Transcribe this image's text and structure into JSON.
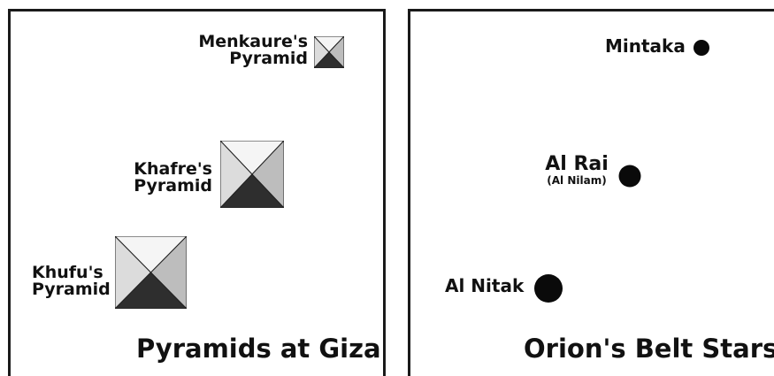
{
  "left_panel": {
    "title": "Pyramids at Giza",
    "pyramids": [
      {
        "line1": "Menkaure's",
        "line2": "Pyramid"
      },
      {
        "line1": "Khafre's",
        "line2": "Pyramid"
      },
      {
        "line1": "Khufu's",
        "line2": "Pyramid"
      }
    ]
  },
  "right_panel": {
    "title": "Orion's Belt Stars",
    "stars": [
      {
        "name": "Mintaka",
        "alt": ""
      },
      {
        "name": "Al Rai",
        "alt": "(Al Nilam)"
      },
      {
        "name": "Al Nitak",
        "alt": ""
      }
    ]
  },
  "colors": {
    "outline": "#222222",
    "face_light": "#f5f5f5",
    "face_mid": "#dcdcdc",
    "face_shade": "#bdbdbd",
    "face_dark": "#2e2e2e",
    "star": "#0a0a0a"
  }
}
